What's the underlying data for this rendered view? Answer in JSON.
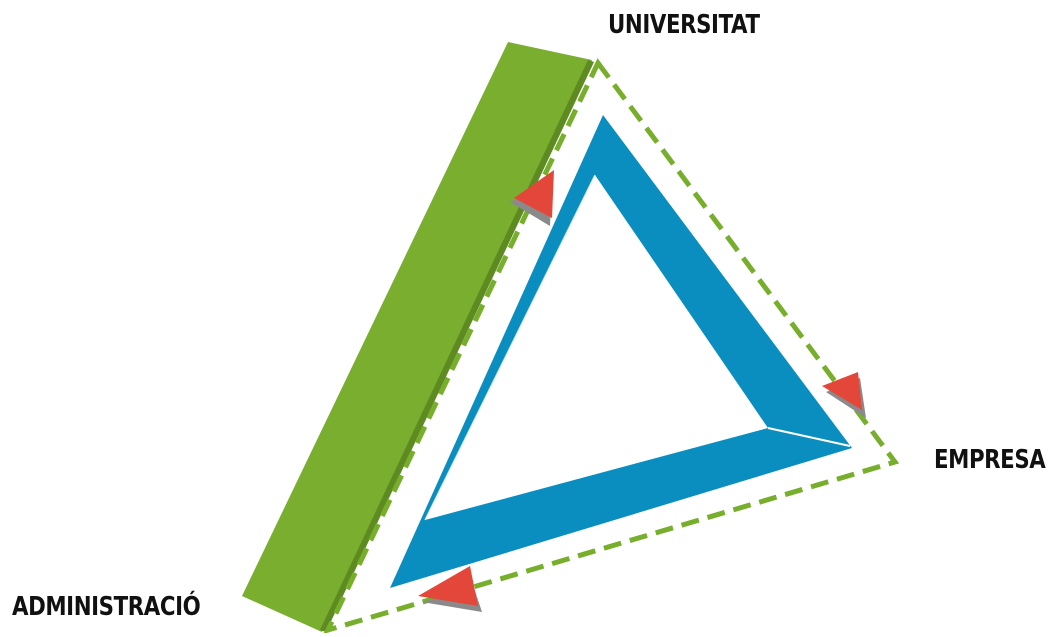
{
  "diagram": {
    "nodes": {
      "top": "UNIVERSITAT",
      "right": "EMPRESA",
      "left": "ADMINISTRACIÓ"
    },
    "colors": {
      "green_bar": "#7aae2f",
      "blue_triangle": "#0a8ec0",
      "dashed_outline": "#77ae2c",
      "arrow": "#e3473a",
      "arrow_shadow": "#8a8a8a",
      "label_text": "#111111"
    }
  }
}
